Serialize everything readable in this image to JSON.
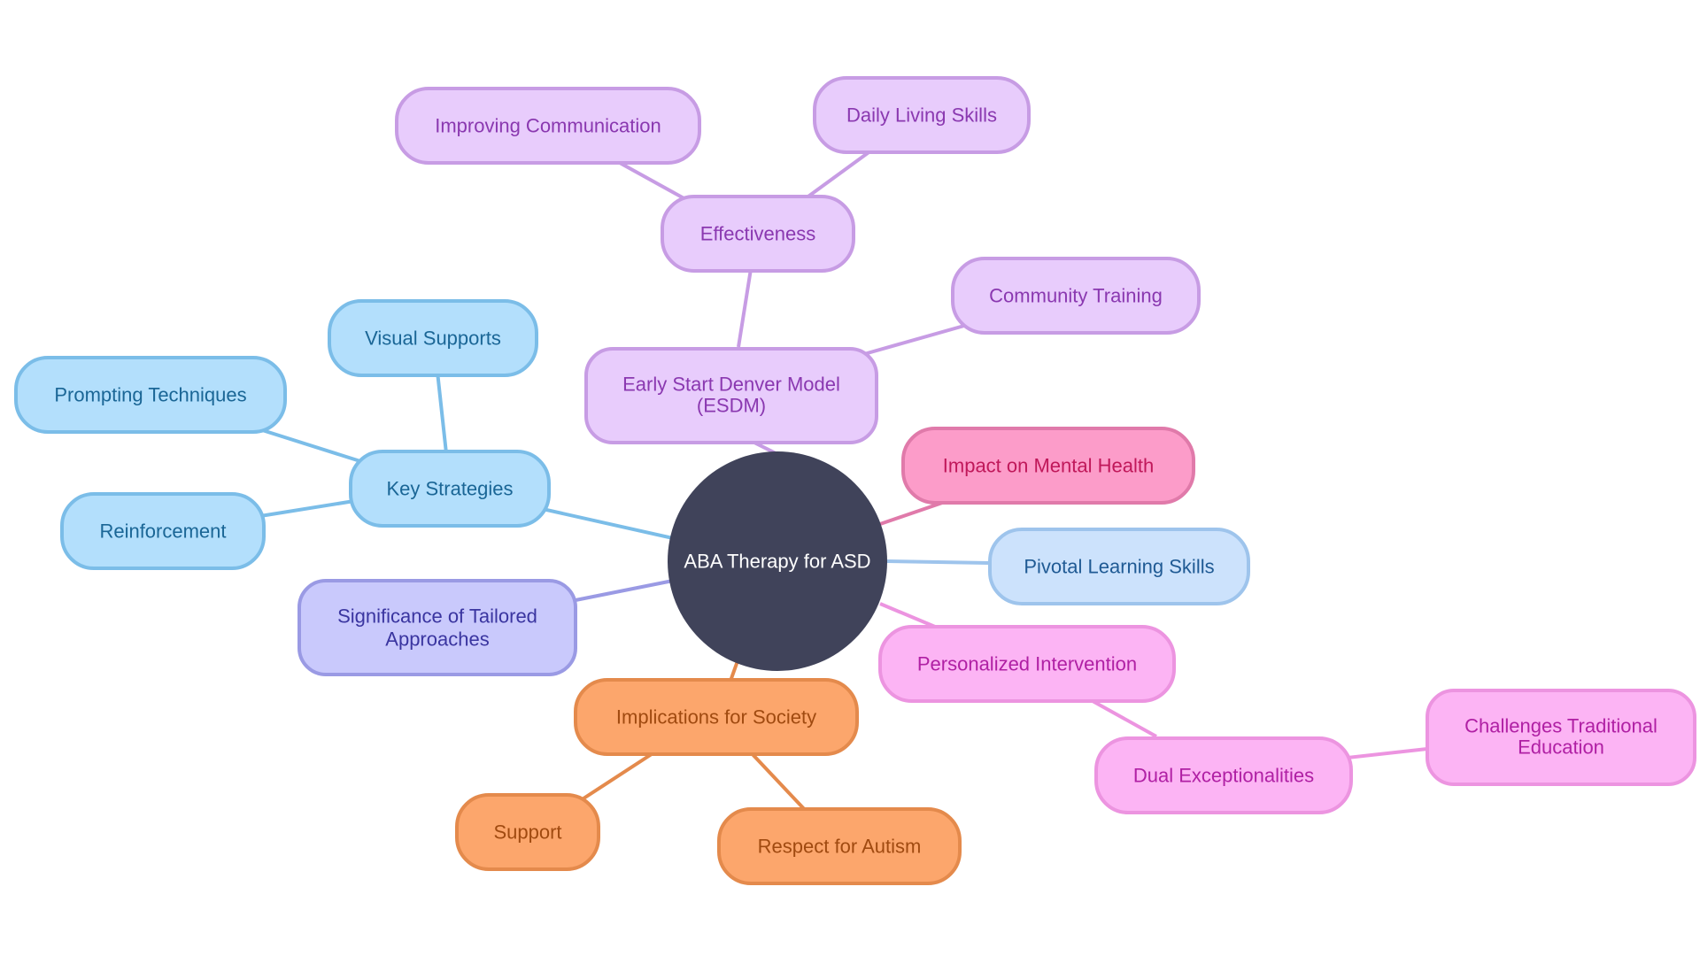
{
  "diagram": {
    "root": {
      "label": "ABA Therapy for ASD"
    },
    "branches": {
      "key_strategies": {
        "label": "Key Strategies"
      },
      "visual_supports": {
        "label": "Visual Supports"
      },
      "prompting_techniques": {
        "label": "Prompting Techniques"
      },
      "reinforcement": {
        "label": "Reinforcement"
      },
      "tailored": {
        "line1": "Significance of Tailored",
        "line2": "Approaches"
      },
      "implications": {
        "label": "Implications for Society"
      },
      "support": {
        "label": "Support"
      },
      "respect": {
        "label": "Respect for Autism"
      },
      "esdm": {
        "line1": "Early Start Denver Model",
        "line2": "(ESDM)"
      },
      "effectiveness": {
        "label": "Effectiveness"
      },
      "improving_communication": {
        "label": "Improving Communication"
      },
      "daily_living": {
        "label": "Daily Living Skills"
      },
      "community_training": {
        "label": "Community Training"
      },
      "mental_health": {
        "label": "Impact on Mental Health"
      },
      "pivotal": {
        "label": "Pivotal Learning Skills"
      },
      "personalized": {
        "label": "Personalized Intervention"
      },
      "dual": {
        "label": "Dual Exceptionalities"
      },
      "challenges": {
        "line1": "Challenges Traditional",
        "line2": "Education"
      }
    }
  },
  "colors": {
    "root_fill": "#40435a",
    "root_text": "#ffffff",
    "blue_fill": "#b3dffc",
    "blue_stroke": "#7bbde8",
    "blue_text": "#1a6696",
    "indigo_fill": "#c9c9fc",
    "indigo_stroke": "#9a9ae4",
    "indigo_text": "#3a35a0",
    "orange_fill": "#fca66c",
    "orange_stroke": "#e48a4c",
    "orange_text": "#a04a10",
    "purple_fill": "#e8ccfc",
    "purple_stroke": "#c79ce4",
    "purple_text": "#8a38b0",
    "pink_fill": "#fc9cc9",
    "pink_stroke": "#e07aaa",
    "pink_text": "#c0185a",
    "lightblue_fill": "#cce2fc",
    "lightblue_stroke": "#9ec4ec",
    "lightblue_text": "#1f5a94",
    "magenta_fill": "#fcb4f4",
    "magenta_stroke": "#ec94e0",
    "magenta_text": "#b020a4"
  }
}
